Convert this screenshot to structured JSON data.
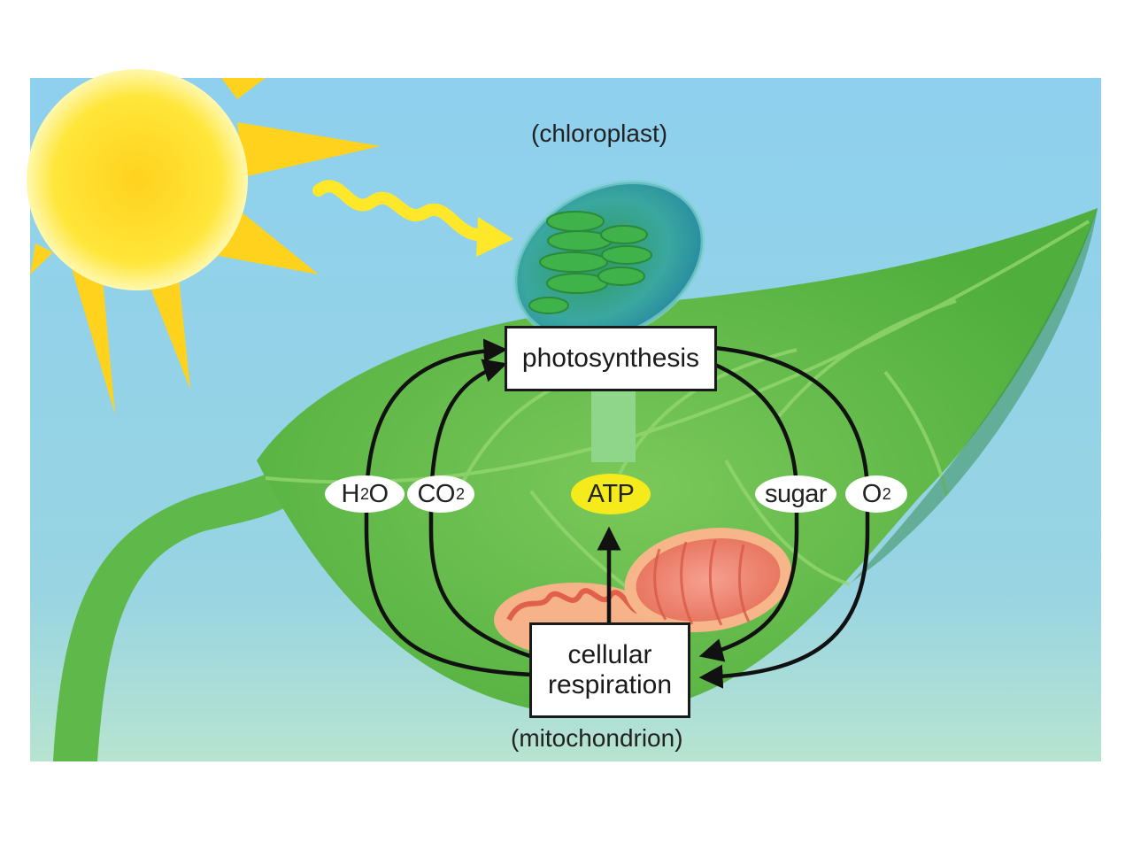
{
  "labels": {
    "chloroplast": "(chloroplast)",
    "photosynthesis": "photosynthesis",
    "cellular_respiration_line1": "cellular",
    "cellular_respiration_line2": "respiration",
    "mitochondrion": "(mitochondrion)"
  },
  "molecules": {
    "water": {
      "main": "H",
      "sub": "2",
      "tail": "O"
    },
    "carbon_dioxide": {
      "main": "CO",
      "sub": "2"
    },
    "atp": "ATP",
    "sugar": "sugar",
    "oxygen": {
      "main": "O",
      "sub": "2"
    }
  },
  "colors": {
    "sky": "#8fd0ea",
    "leaf": "#6cc04a",
    "sun": "#ffe23a",
    "atp_fill": "#f5ea1c",
    "energy_bar": "#90d68a",
    "mitochondrion": "#f07a60"
  }
}
